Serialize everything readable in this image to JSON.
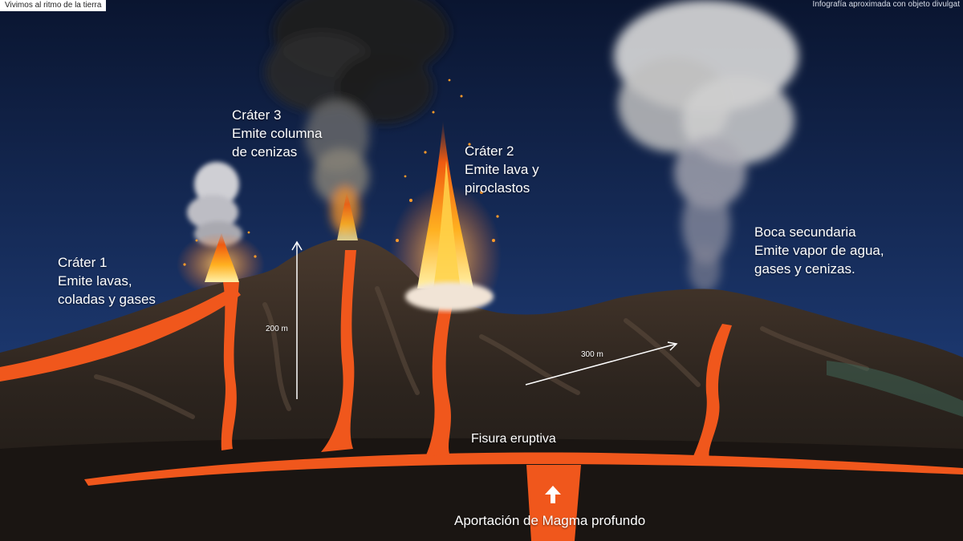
{
  "badge": "Vivimos al ritmo de la tierra",
  "credit": "Infografía aproximada con objeto divulgat",
  "craters": {
    "c1": {
      "title": "Cráter 1",
      "line1": "Emite lavas,",
      "line2": "coladas y gases"
    },
    "c3": {
      "title": "Cráter 3",
      "line1": "Emite columna",
      "line2": "de cenizas"
    },
    "c2": {
      "title": "Cráter 2",
      "line1": "Emite lava y",
      "line2": "piroclastos"
    },
    "vent": {
      "title": "Boca secundaria",
      "line1": "Emite vapor de agua,",
      "line2": "gases y cenizas."
    }
  },
  "measures": {
    "height": "200 m",
    "width": "300 m"
  },
  "fissure": "Fisura eruptiva",
  "magma": "Aportación de Magma profundo",
  "icons": {
    "magma_arrow": "arrow-up-icon"
  },
  "colors": {
    "sky_top": "#0a1530",
    "sky_bottom": "#1e3c78",
    "lava": "#f0571c",
    "rock": "#2a221c",
    "ground": "#1a1714"
  }
}
